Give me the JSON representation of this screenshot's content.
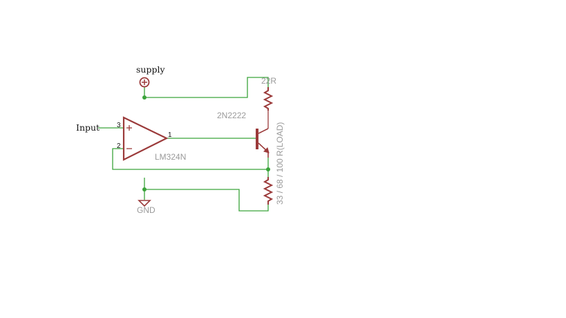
{
  "labels": {
    "supply": "supply",
    "input": "Input",
    "gnd": "GND",
    "opamp_part": "LM324N",
    "pin_noninverting": "3",
    "pin_inverting": "2",
    "pin_output": "1",
    "plus_sign": "+",
    "minus_sign": "−",
    "transistor_part": "2N2222",
    "collector_resistor": "22R",
    "load_resistor": "33 / 68 / 100 R(LOAD)"
  },
  "colors": {
    "wire": "#3aa33a",
    "component": "#9b3a3a",
    "label_gray": "#9a9a9a",
    "label_black": "#111111",
    "background": "#ffffff"
  }
}
